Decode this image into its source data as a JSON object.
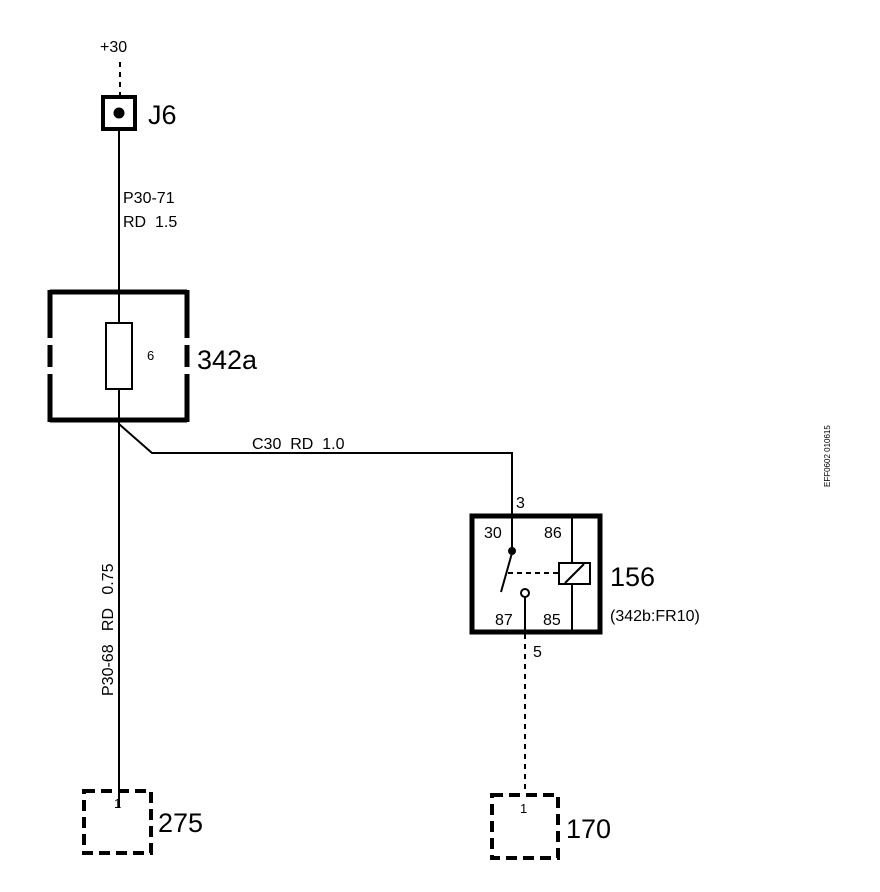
{
  "supply": {
    "label": "+30"
  },
  "j6": {
    "label": "J6"
  },
  "wire_p30_71": {
    "code": "P30-71",
    "spec": "RD  1.5"
  },
  "fuse_box": {
    "label": "342a",
    "fuse_number": "6"
  },
  "wire_c30": {
    "label": "C30  RD  1.0"
  },
  "relay": {
    "label": "156",
    "sublabel": "(342b:FR10)",
    "pin_in": "3",
    "pin_out": "5",
    "terminals": {
      "t30": "30",
      "t86": "86",
      "t87": "87",
      "t85": "85"
    }
  },
  "wire_p30_68": {
    "label": "P30-68   RD   0.75"
  },
  "connector_275": {
    "label": "275",
    "pin": "1"
  },
  "connector_170": {
    "label": "170",
    "pin": "1"
  },
  "doc_code": "EFF0602 010615"
}
